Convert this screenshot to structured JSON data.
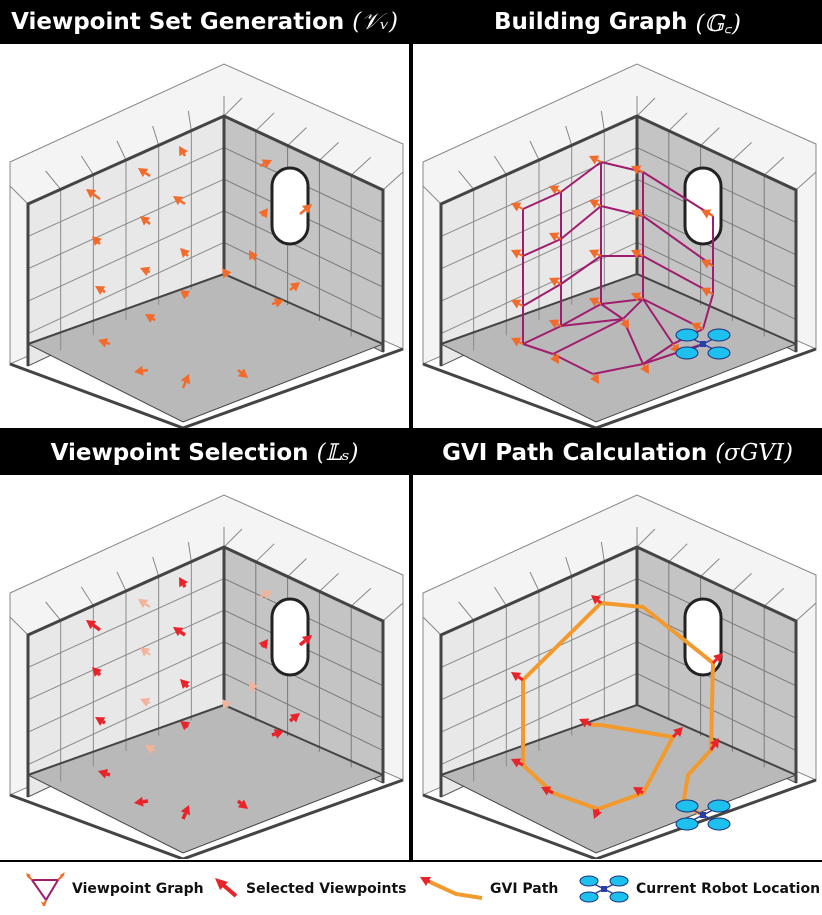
{
  "panels": [
    {
      "title": "Viewpoint Set Generation",
      "symbol": "(𝒱ᵥ)"
    },
    {
      "title": "Building Graph",
      "symbol": "(𝔾꜀)"
    },
    {
      "title": "Viewpoint Selection",
      "symbol": "(𝕃ₛ)"
    },
    {
      "title": "GVI Path Calculation",
      "symbol": "(σGVI)"
    }
  ],
  "legend": {
    "viewpoint_graph": "Viewpoint Graph",
    "selected_viewpoints": "Selected Viewpoints",
    "gvi_path": "GVI Path",
    "robot_location": "Current Robot Location"
  },
  "colors": {
    "viewpoint_arrow": "#f26b2a",
    "selected_arrow": "#e8232a",
    "faded_arrow": "#f2b39a",
    "graph_edge": "#a01c6e",
    "gvi_path": "#f29a2e",
    "robot": "#1ec0ee",
    "wall_light": "#e8e8e8",
    "wall_dark": "#c4c4c4",
    "floor": "#b9b9b9"
  }
}
